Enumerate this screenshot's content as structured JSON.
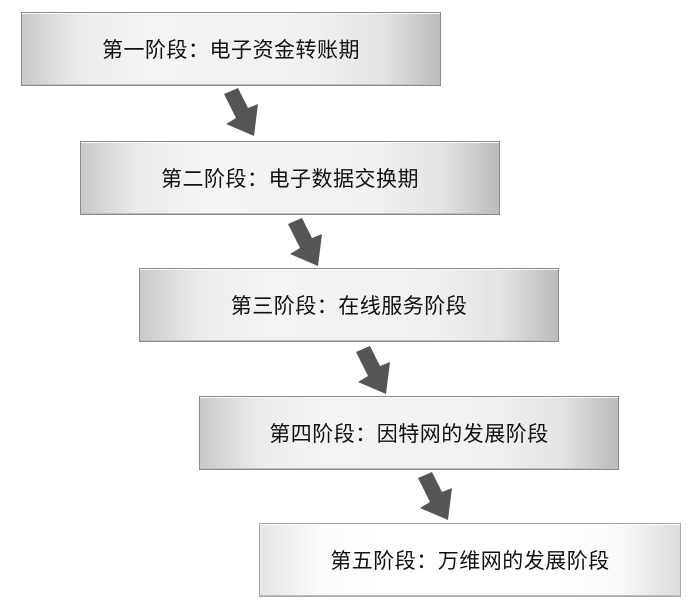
{
  "stages": [
    {
      "label": "第一阶段：电子资金转账期"
    },
    {
      "label": "第二阶段：电子数据交换期"
    },
    {
      "label": "第三阶段：在线服务阶段"
    },
    {
      "label": "第四阶段：因特网的发展阶段"
    },
    {
      "label": "第五阶段：万维网的发展阶段"
    }
  ],
  "colors": {
    "arrow_fill": "#555555",
    "box_border": "#8a8a8a",
    "text": "#111111"
  }
}
